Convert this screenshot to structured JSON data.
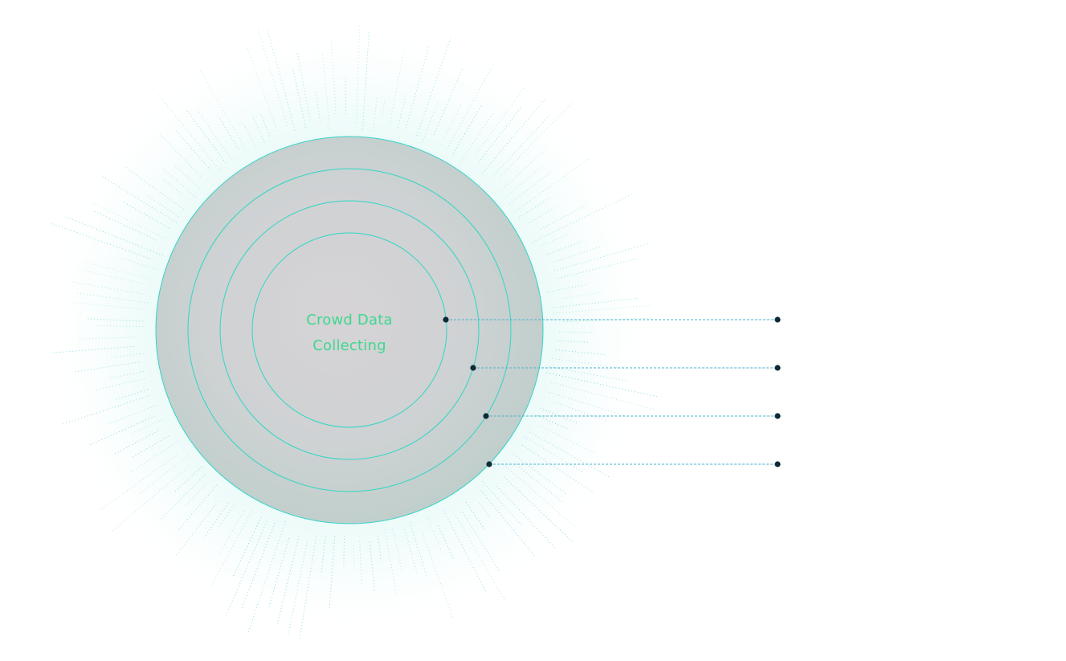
{
  "diagram": {
    "center_label_line1": "Crowd Data",
    "center_label_line2": "Collecting"
  },
  "colors": {
    "ring_stroke": "#2fd6c3",
    "outer_disc_stroke": "#34d3c8",
    "connector_line": "#4ab3cf",
    "dot": "#0d2b34",
    "label": "#3fd88f",
    "disc_fill_inner": "#d3d3d6",
    "disc_fill_outer": "#c3cfcd",
    "glow_green": "#9af0c8",
    "glow_cyan": "#bfeff2"
  },
  "callouts": [
    {
      "id": "ring-1"
    },
    {
      "id": "ring-2"
    },
    {
      "id": "ring-3"
    },
    {
      "id": "ring-4"
    }
  ]
}
